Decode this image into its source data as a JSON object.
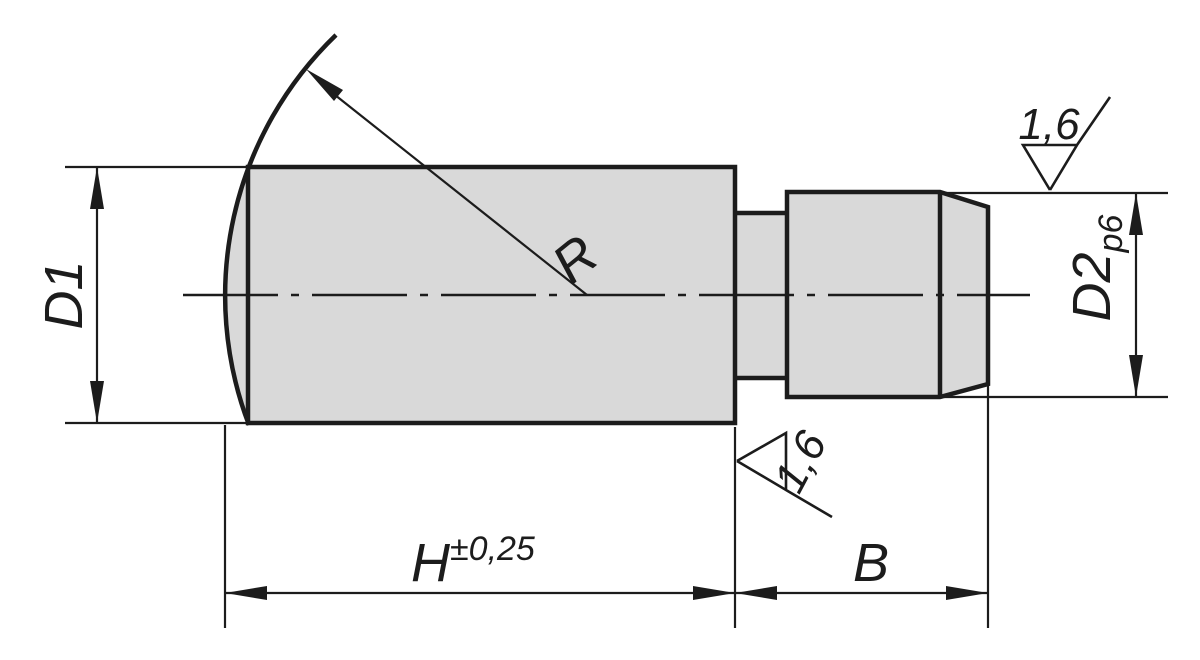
{
  "drawing": {
    "labels": {
      "d1": "D1",
      "radius": "R",
      "d2": "D2",
      "d2_fit": "p6",
      "height": "H",
      "height_tol": "±0,25",
      "width_b": "B",
      "roughness_top": "1,6",
      "roughness_side": "1,6"
    },
    "colors": {
      "background": "#ffffff",
      "line": "#1c1c1c",
      "part_fill": "#d9d9d9"
    }
  }
}
